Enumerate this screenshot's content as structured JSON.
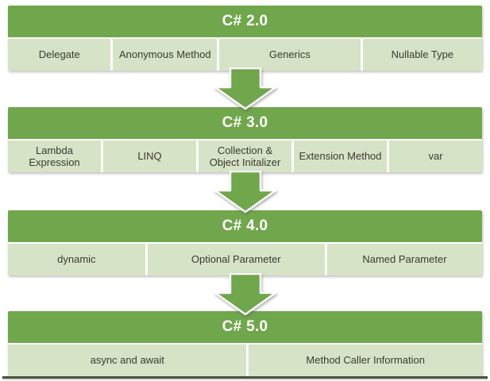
{
  "colors": {
    "header_green": "#70A64C",
    "cell_green": "#D6E3C6",
    "arrow_green": "#70A64C",
    "header_text": "#FFFFFF",
    "text": "#3A3A32",
    "bottom_bar": "#4B4F44",
    "bottom_bar_edge": "#D8DAD4"
  },
  "icons": {
    "arrow": "down-arrow-icon"
  },
  "sections": [
    {
      "title": "C# 2.0",
      "features": [
        "Delegate",
        "Anonymous Method",
        "Generics",
        "Nullable Type"
      ]
    },
    {
      "title": "C# 3.0",
      "features": [
        "Lambda Expression",
        "LINQ",
        "Collection & Object Initalizer",
        "Extension Method",
        "var"
      ]
    },
    {
      "title": "C# 4.0",
      "features": [
        "dynamic",
        "Optional Parameter",
        "Named Parameter"
      ]
    },
    {
      "title": "C# 5.0",
      "features": [
        "async and await",
        "Method Caller Information"
      ]
    }
  ]
}
